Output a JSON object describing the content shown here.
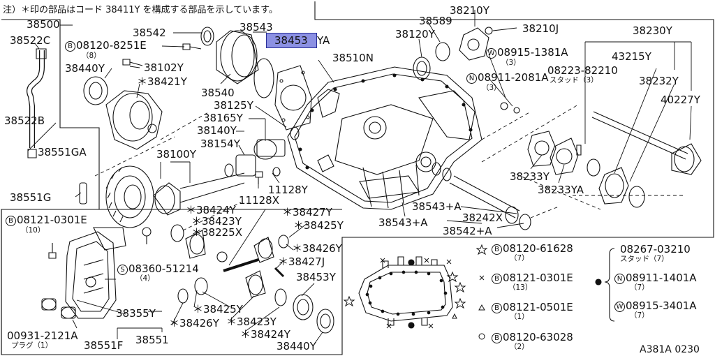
{
  "note": "注）＊印の部品はコード 38411Y を構成する部品を示しています。",
  "highlight_part": "38453",
  "diagram_code": "A381A 0230",
  "labels": {
    "p38500": "38500",
    "p38522C": "38522C",
    "p38440Y_top": "38440Y",
    "p38522B": "38522B",
    "p38551GA": "38551GA",
    "p38551G": "38551G",
    "p38542_top": "38542",
    "p08120_8251E": "08120-8251E",
    "p08120_8251E_qty": "（8）",
    "p38102Y": "38102Y",
    "p38421Y": "＊38421Y",
    "p38540": "38540",
    "p38543": "38543",
    "p38453YA_suffix": "YA",
    "p38510N": "38510N",
    "p38125Y": "38125Y",
    "p38165Y": "38165Y",
    "p38140Y": "38140Y",
    "p38154Y": "38154Y",
    "p38100Y": "38100Y",
    "p11128Y": "11128Y",
    "p11128X": "11128X",
    "p38210Y": "38210Y",
    "p38589": "38589",
    "p38120Y": "38120Y",
    "p38210J": "38210J",
    "p08915_1381A": "08915-1381A",
    "p08915_1381A_qty": "（3）",
    "p08911_2081A": "08911-2081A",
    "p08911_2081A_qty": "（3）",
    "p38230Y": "38230Y",
    "p43215Y": "43215Y",
    "p08223_82210": "08223-82210",
    "p08223_82210_sub": "スタッド（3）",
    "p38232Y": "38232Y",
    "p40227Y": "40227Y",
    "p38233Y": "38233Y",
    "p38233YA": "38233YA",
    "p38543A_1": "38543+A",
    "p38543A_2": "38543+A",
    "p38242X": "38242X",
    "p38542A": "38542+A",
    "p08121_0301E_left": "08121-0301E",
    "p08121_0301E_left_qty": "（10）",
    "p38424Y_a": "＊38424Y",
    "p38423Y_a": "＊38423Y",
    "p38225X": "＊38225X",
    "p38427Y": "＊38427Y",
    "p38425Y_a": "＊38425Y",
    "p38426Y_a": "＊38426Y",
    "p38427J": "＊38427J",
    "p08360_51214": "08360-51214",
    "p08360_51214_qty": "（4）",
    "p38425Y_b": "＊38425Y",
    "p38355Y": "38355Y",
    "p38426Y_b": "＊38426Y",
    "p38423Y_b": "＊38423Y",
    "p38453Y": "38453Y",
    "p00931_2121A": "00931-2121A",
    "p00931_2121A_sub": "プラグ（1）",
    "p38551F": "38551F",
    "p38551": "38551",
    "p38424Y_b": "＊38424Y",
    "p38440Y_bot": "38440Y"
  },
  "legend": {
    "star_part": "08120-61628",
    "star_qty": "（7）",
    "cross_part": "08121-0301E",
    "cross_qty": "（13）",
    "triangle_part": "08121-0501E",
    "triangle_qty": "（1）",
    "circle_part": "08120-63028",
    "circle_qty": "（2）",
    "dot_stud": "08267-03210",
    "dot_stud_sub": "スタッド（7）",
    "dot_nut": "08911-1401A",
    "dot_nut_qty": "（7）",
    "dot_washer": "08915-3401A",
    "dot_washer_qty": "（7）"
  },
  "prefix_letters": {
    "bolt": "B",
    "screw": "S",
    "nut": "N",
    "washer": "W"
  },
  "icons": {
    "star": "star-icon",
    "cross": "cross-icon",
    "triangle": "triangle-icon",
    "circle": "circle-icon",
    "dot": "dot-icon"
  }
}
